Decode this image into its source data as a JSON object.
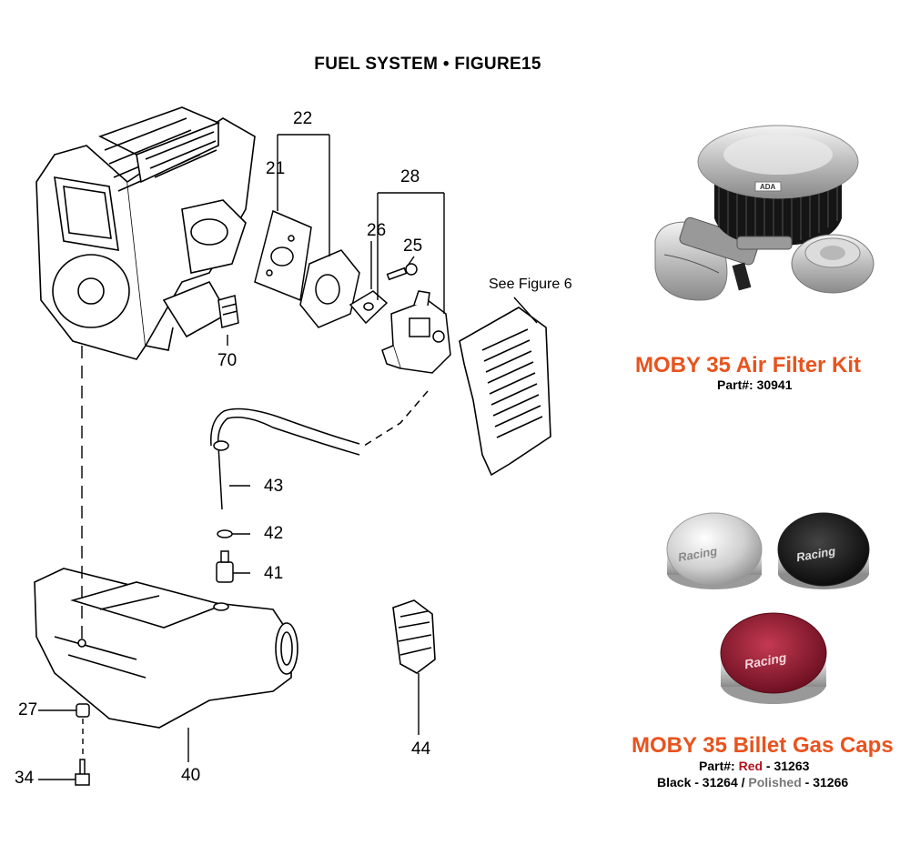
{
  "title": "FUEL SYSTEM  •  FIGURE15",
  "callouts": {
    "c22": "22",
    "c21": "21",
    "c28": "28",
    "c26": "26",
    "c25": "25",
    "c70": "70",
    "c43": "43",
    "c42": "42",
    "c41": "41",
    "c27": "27",
    "c34": "34",
    "c40": "40",
    "c44": "44"
  },
  "see_figure": "See Figure 6",
  "products": {
    "air_filter": {
      "name": "MOBY 35 Air Filter Kit",
      "part": "Part#: 30941",
      "badge": "ADA"
    },
    "gas_caps": {
      "name": "MOBY 35 Billet Gas Caps",
      "part_prefix": "Part#: ",
      "red_label": "Red",
      "red_num": " - 31263",
      "black": "Black - 31264 / ",
      "polished_label": "Polished",
      "polished_num": " - 31266",
      "cap_script": "Racing"
    }
  },
  "colors": {
    "accent": "#e8531e",
    "cap_red": "#8b1a2e",
    "cap_black": "#1c1c1c",
    "chrome": "#c9c9c9"
  }
}
